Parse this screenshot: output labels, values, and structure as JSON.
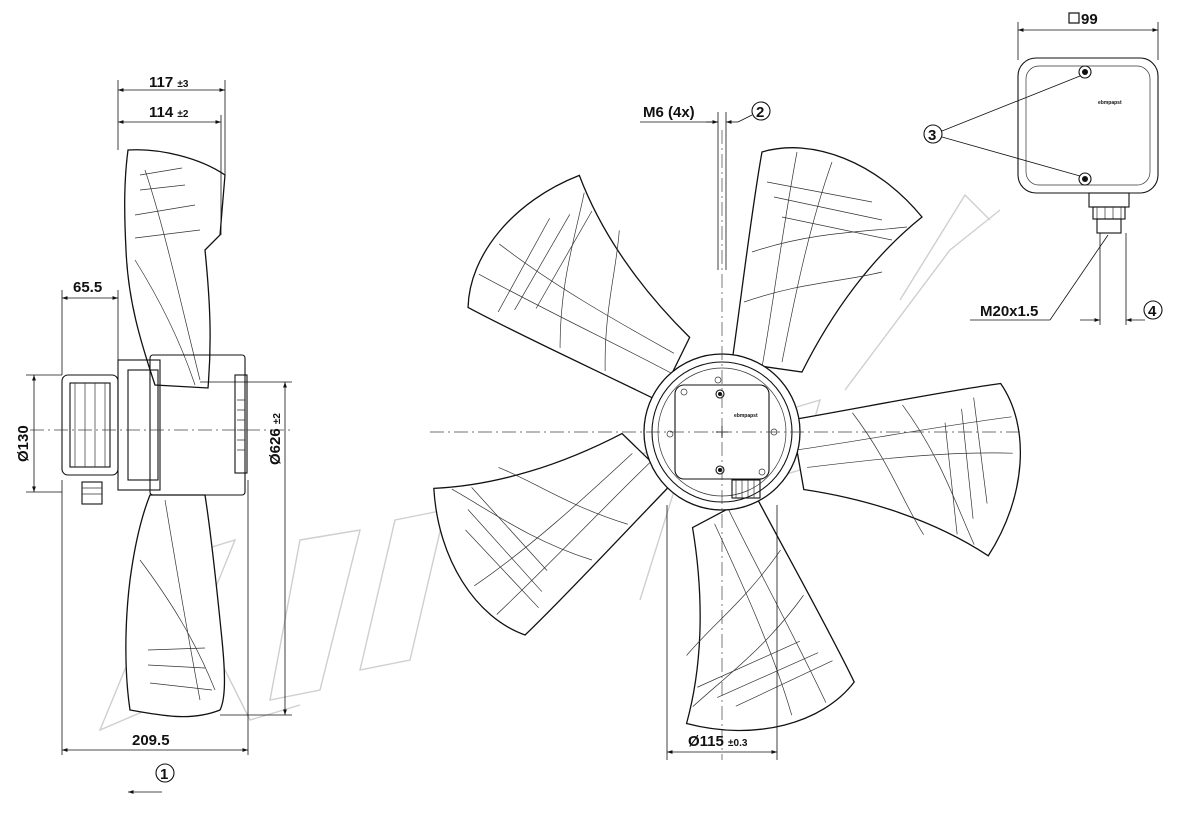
{
  "side_view": {
    "dim_117": {
      "value": "117",
      "tol": "±3"
    },
    "dim_114": {
      "value": "114",
      "tol": "±2"
    },
    "dim_65_5": "65.5",
    "dim_d130": "Ø130",
    "dim_d626": {
      "value": "Ø626",
      "tol": "±2"
    },
    "dim_209_5": "209.5",
    "callout_1": "1"
  },
  "front_view": {
    "thread_label": "M6 (4x)",
    "callout_2": "2",
    "dim_d115": {
      "value": "Ø115",
      "tol": "±0.3"
    },
    "hub_brand": "ebmpapst"
  },
  "box_view": {
    "dim_99": "99",
    "callout_3": "3",
    "gland_label": "M20x1.5",
    "callout_4": "4",
    "box_brand": "ebmpapst"
  }
}
